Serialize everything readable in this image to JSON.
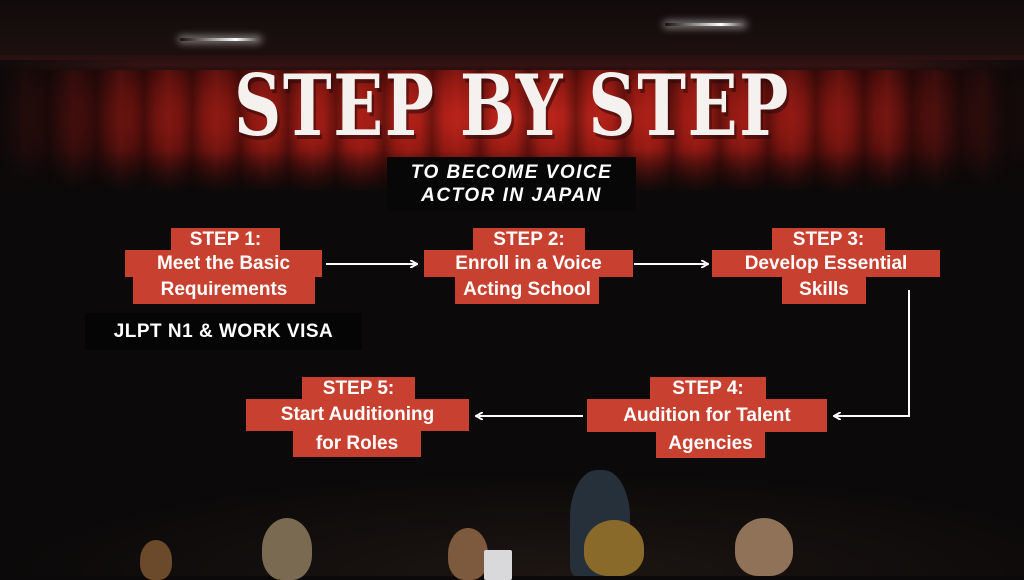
{
  "title": "STEP BY STEP",
  "subtitle": {
    "line1": "TO BECOME VOICE",
    "line2": "ACTOR IN JAPAN"
  },
  "colors": {
    "step_box": "#c8402f",
    "label_box": "#050505",
    "text": "#ffffff",
    "curtain": "#b8231a",
    "background": "#0b0909"
  },
  "steps": [
    {
      "number": "STEP 1:",
      "line2": "Meet the Basic",
      "line3": "Requirements"
    },
    {
      "number": "STEP 2:",
      "line2": "Enroll in a Voice",
      "line3": "Acting School"
    },
    {
      "number": "STEP 3:",
      "line2": "Develop Essential",
      "line3": "Skills"
    },
    {
      "number": "STEP 4:",
      "line2": "Audition for Talent",
      "line3": "Agencies"
    },
    {
      "number": "STEP 5:",
      "line2": "Start Auditioning",
      "line3": "for Roles"
    }
  ],
  "note": "JLPT N1 & WORK VISA",
  "flow": [
    {
      "from": "STEP 1",
      "to": "STEP 2",
      "direction": "right"
    },
    {
      "from": "STEP 2",
      "to": "STEP 3",
      "direction": "right"
    },
    {
      "from": "STEP 3",
      "to": "STEP 4",
      "direction": "down-left"
    },
    {
      "from": "STEP 4",
      "to": "STEP 5",
      "direction": "left"
    }
  ]
}
